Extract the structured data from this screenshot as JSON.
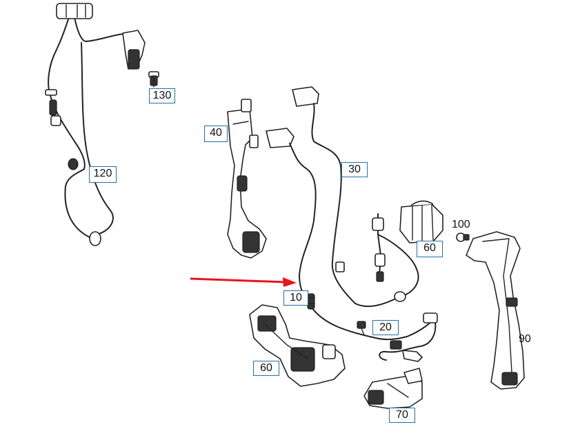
{
  "diagram": {
    "callouts": {
      "c130": "130",
      "c40": "40",
      "c120": "120",
      "c30": "30",
      "c100": "100",
      "c60_top": "60",
      "c10": "10",
      "c20": "20",
      "c60_bottom": "60",
      "c90": "90",
      "c70": "70"
    },
    "colors": {
      "callout_border": "#1f6fa8",
      "pointer_arrow": "#e8141c",
      "line_art": "#222222"
    }
  }
}
